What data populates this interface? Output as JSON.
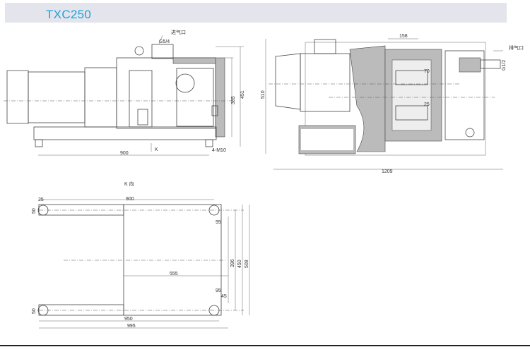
{
  "header": {
    "title": "TXC250"
  },
  "side_view": {
    "intake_label": "进气口",
    "intake_size": "G5/4",
    "dim_height_inner": "385",
    "dim_height_total": "451",
    "dim_length": "900",
    "view_marker": "K",
    "bolt_spec": "4-M10"
  },
  "section_view": {
    "exhaust_label": "排气口",
    "exhaust_size": "G1/2",
    "dim_height": "510",
    "dim_top": "158",
    "dim_inner": "70",
    "dim_small": "25",
    "dim_length": "1209"
  },
  "k_view": {
    "title": "K  向",
    "dim_left_offset": "25",
    "dim_top_length": "900",
    "dim_top_foot": "50",
    "dim_right_upper": "95",
    "dim_center": "555",
    "dim_inner_width": "396",
    "dim_mid_width": "450",
    "dim_outer_width": "508",
    "dim_right_lower": "95",
    "dim_right_small": "45",
    "dim_bottom_foot": "50",
    "dim_bottom_length": "950",
    "dim_total_length": "995"
  }
}
